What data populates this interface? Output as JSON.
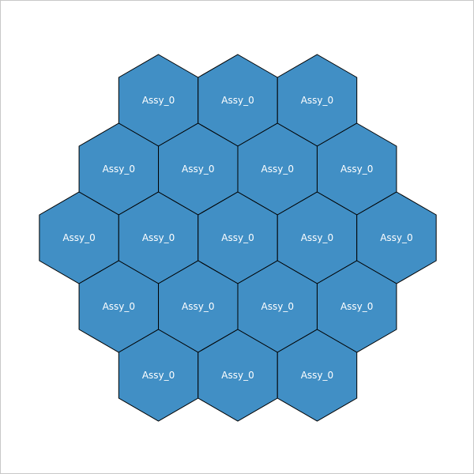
{
  "colors": {
    "hex_fill": "#418fc5",
    "hex_stroke": "#000000",
    "label_color": "#ffffff",
    "background": "#ffffff",
    "frame": "#c8c8c8"
  },
  "core_map": {
    "rings": 3,
    "rows": [
      [
        "Assy_0",
        "Assy_0",
        "Assy_0"
      ],
      [
        "Assy_0",
        "Assy_0",
        "Assy_0",
        "Assy_0"
      ],
      [
        "Assy_0",
        "Assy_0",
        "Assy_0",
        "Assy_0",
        "Assy_0"
      ],
      [
        "Assy_0",
        "Assy_0",
        "Assy_0",
        "Assy_0"
      ],
      [
        "Assy_0",
        "Assy_0",
        "Assy_0"
      ]
    ]
  }
}
